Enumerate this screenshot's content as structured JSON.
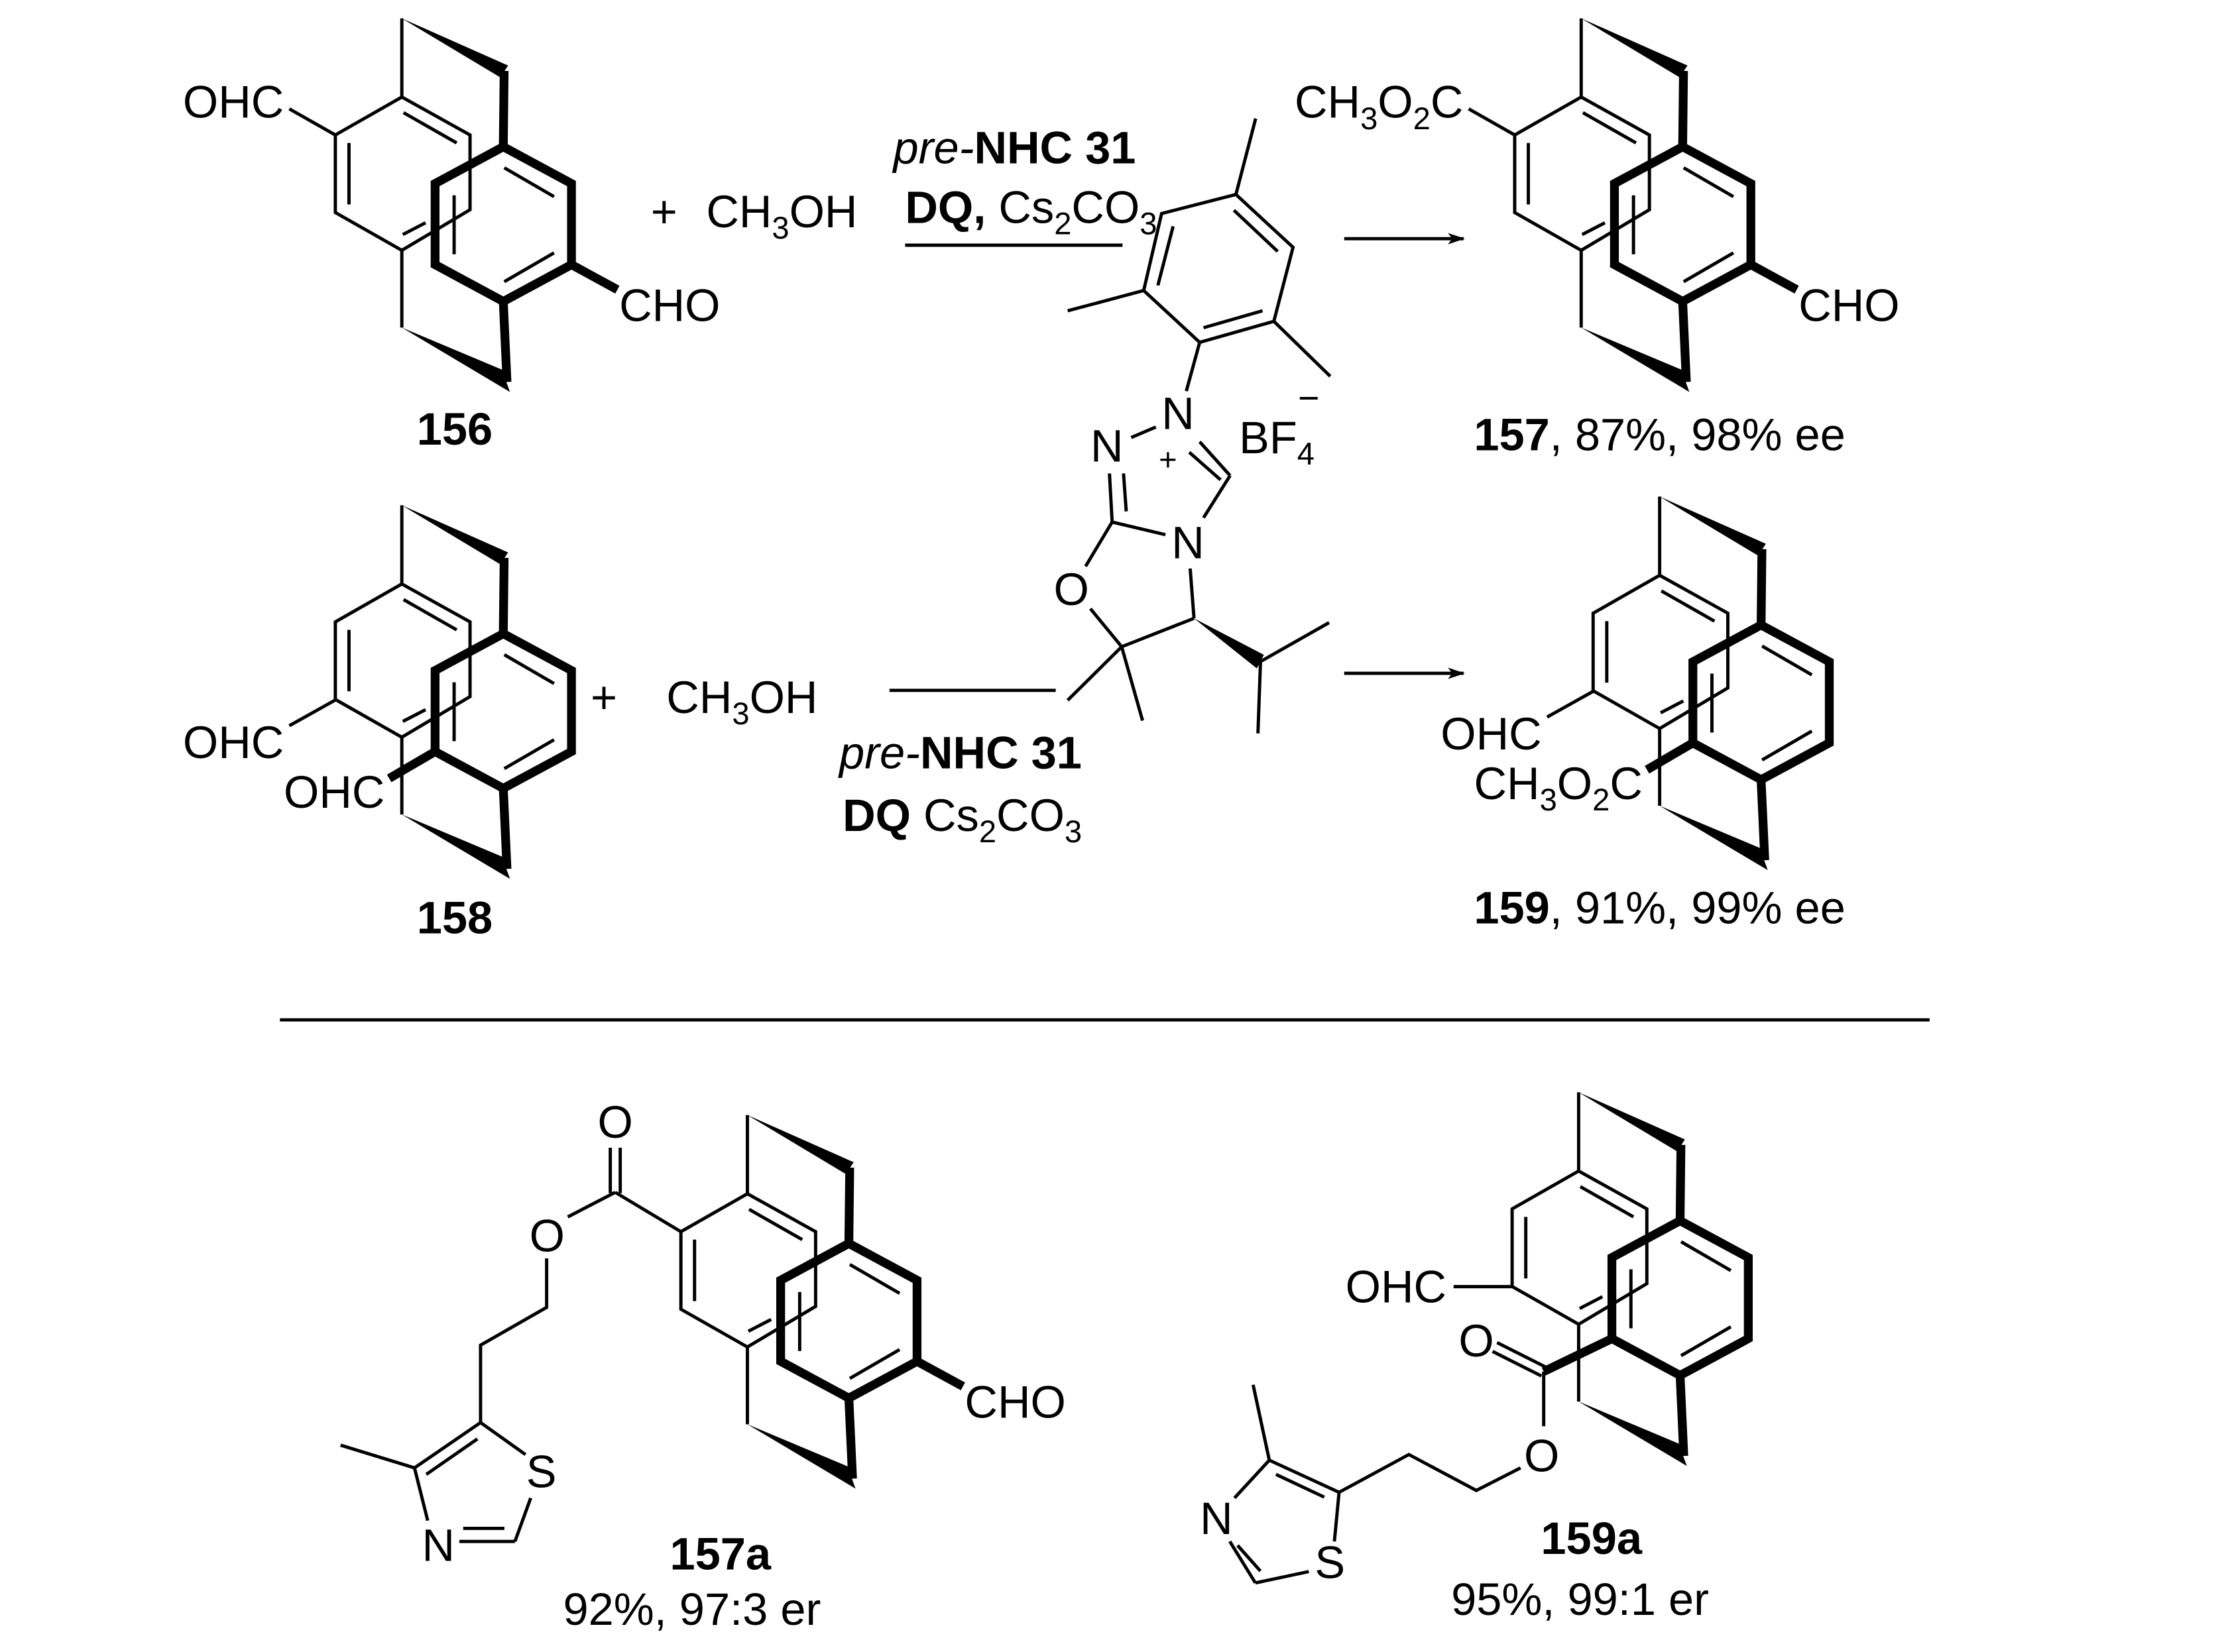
{
  "reaction1": {
    "reactant_label": "156",
    "reactant_substituent_thin": "OHC",
    "reactant_substituent_bold": "CHO",
    "plus": "+",
    "methanol": [
      "CH",
      "3",
      "OH"
    ],
    "reagent_line1": [
      "pre-",
      "NHC 31"
    ],
    "reagent_line2": [
      "DQ,",
      " Cs",
      "2",
      "CO",
      "3"
    ],
    "product_label": "157",
    "product_result": ", 87%, 98% ee",
    "product_substituent_thin": [
      "CH",
      "3",
      "O",
      "2",
      "C"
    ],
    "product_substituent_bold": "CHO"
  },
  "reaction2": {
    "reactant_label": "158",
    "reactant_substituent_thin": "OHC",
    "reactant_substituent_bold": "OHC",
    "plus": "+",
    "methanol": [
      "CH",
      "3",
      "OH"
    ],
    "reagent_line1": [
      "pre-",
      "NHC 31"
    ],
    "reagent_line2": [
      "DQ",
      " Cs",
      "2",
      "CO",
      "3"
    ],
    "product_label": "159",
    "product_result": ", 91%, 99% ee",
    "product_substituent_thin": "OHC",
    "product_substituent_bold": [
      "CH",
      "3",
      "O",
      "2",
      "C"
    ]
  },
  "catalyst": {
    "n1": "N",
    "n2": "N",
    "n4": "N",
    "oxygen": "O",
    "charge": "+",
    "counterion": [
      "BF",
      "4"
    ],
    "counterion_charge": "−"
  },
  "derivatives": [
    {
      "label": "157a",
      "result": "92%, 97:3 er",
      "carbonyl_o": "O",
      "ester_o": "O",
      "sulfur": "S",
      "nitrogen": "N",
      "substituent": "CHO"
    },
    {
      "label": "159a",
      "result": "95%, 99:1 er",
      "carbonyl_o": "O",
      "ester_o": "O",
      "sulfur": "S",
      "nitrogen": "N",
      "substituent": "OHC"
    }
  ]
}
